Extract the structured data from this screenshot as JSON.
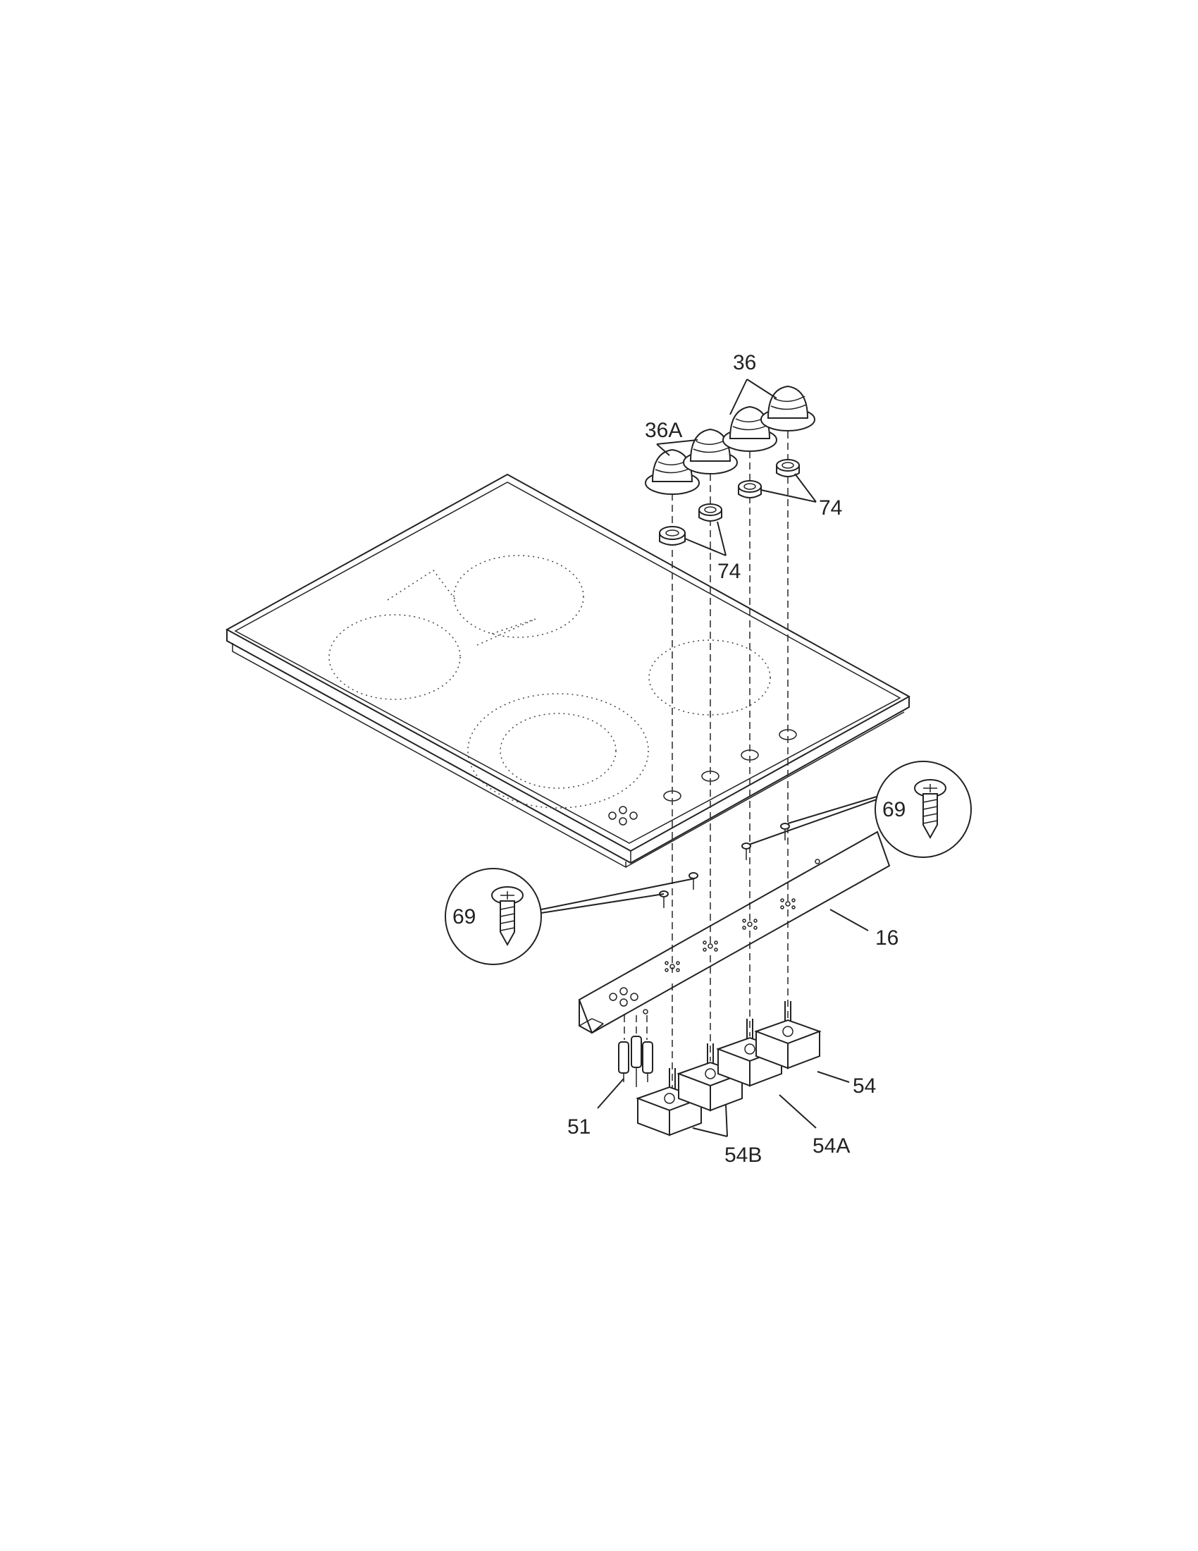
{
  "callouts": {
    "label_36": "36",
    "label_36a": "36A",
    "label_74_right": "74",
    "label_74_left": "74",
    "label_69_right": "69",
    "label_69_left": "69",
    "label_16": "16",
    "label_54": "54",
    "label_54a": "54A",
    "label_54b": "54B",
    "label_51": "51"
  }
}
